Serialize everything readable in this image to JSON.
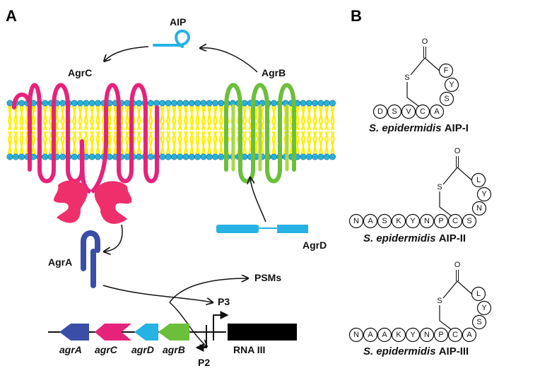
{
  "panel_a": {
    "label": "A",
    "aip_label": "AIP",
    "agrc_label": "AgrC",
    "agrb_label": "AgrB",
    "agra_label": "AgrA",
    "agrd_label": "AgrD",
    "psms_label": "PSMs",
    "p3_label": "P3",
    "p2_label": "P2",
    "rna3_label": "RNA III",
    "genes": [
      "agrA",
      "agrC",
      "agrD",
      "agrB"
    ],
    "colors": {
      "agrc": "#e6237a",
      "agrb": "#6cbf3c",
      "agra": "#3a4ea8",
      "agrd": "#26b2e3",
      "lipid_head": "#2ab0d8",
      "lipid_tail": "#ffee00"
    }
  },
  "panel_b": {
    "label": "B",
    "carbonyl_o": "O",
    "thioester_s": "S",
    "structures": [
      {
        "species": "S. epidermidis",
        "name": "AIP-I",
        "linear": [
          "D",
          "S",
          "V",
          "C",
          "A"
        ],
        "ring": [
          "F",
          "Y",
          "S"
        ]
      },
      {
        "species": "S. epidermidis",
        "name": "AIP-II",
        "linear": [
          "N",
          "A",
          "S",
          "K",
          "Y",
          "N",
          "P",
          "C",
          "S"
        ],
        "ring": [
          "L",
          "Y",
          "N"
        ]
      },
      {
        "species": "S. epidermidis",
        "name": "AIP-III",
        "linear": [
          "N",
          "A",
          "A",
          "K",
          "Y",
          "N",
          "P",
          "C",
          "A"
        ],
        "ring": [
          "L",
          "Y",
          "S"
        ]
      }
    ]
  }
}
